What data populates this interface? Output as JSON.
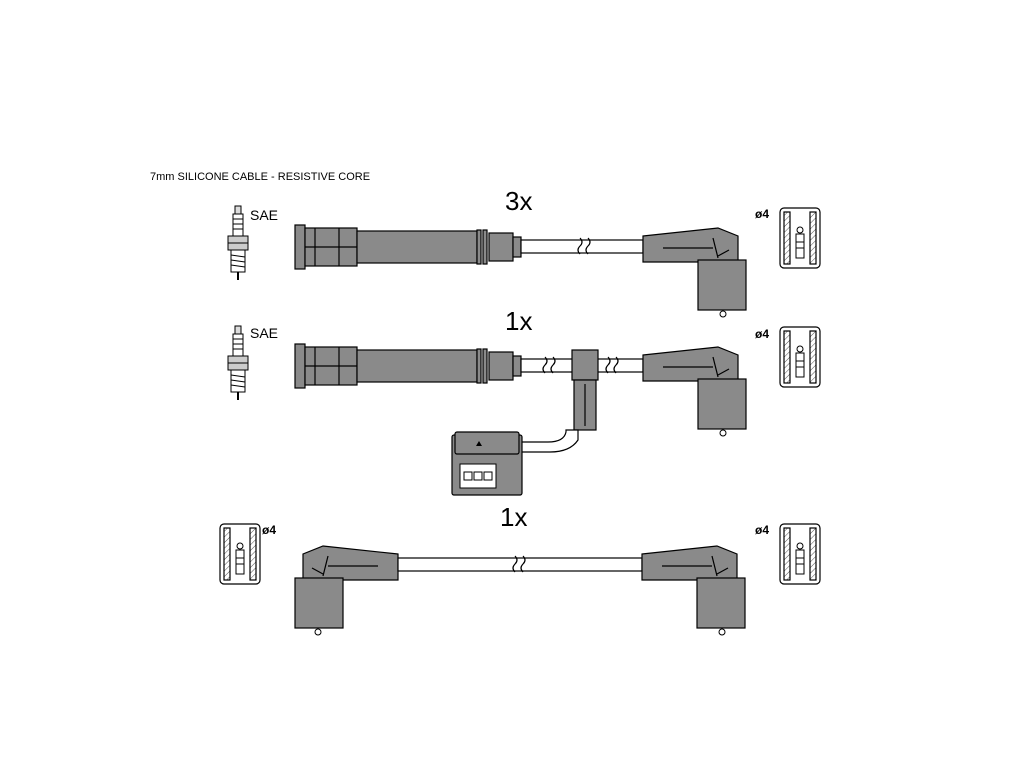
{
  "caption": "7mm SILICONE CABLE - RESISTIVE CORE",
  "rows": [
    {
      "quantity": "3x",
      "plug_label": "SAE",
      "terminal_label": "ø4"
    },
    {
      "quantity": "1x",
      "plug_label": "SAE",
      "terminal_label": "ø4"
    },
    {
      "quantity": "1x",
      "terminal_left_label": "ø4",
      "terminal_label": "ø4"
    }
  ]
}
